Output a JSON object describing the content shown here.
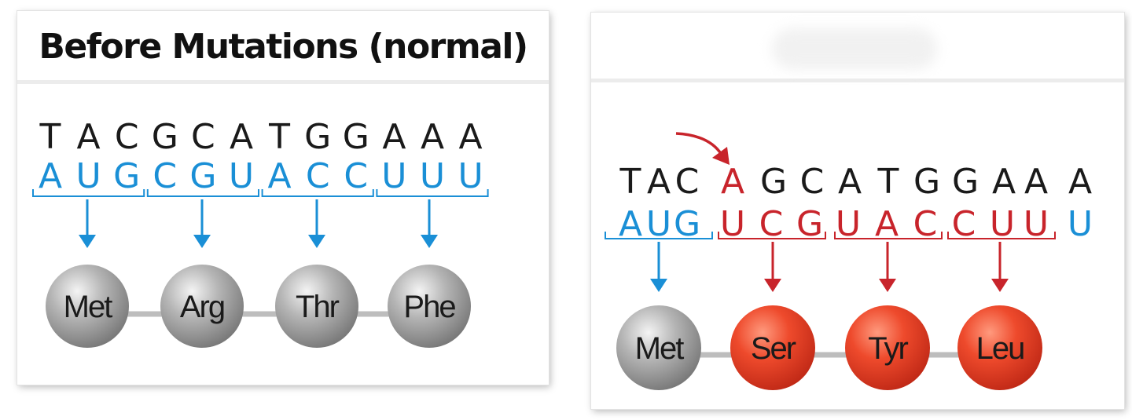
{
  "colors": {
    "dna": "#1a1a1a",
    "rna": "#1a8fd6",
    "mutant": "#c8242b",
    "ball_normal": "#9a9a9a",
    "ball_mutant": "#e23b24",
    "connector": "#bdbdbd"
  },
  "left": {
    "title": "Before Mutations (normal)",
    "dna": [
      "T",
      "A",
      "C",
      "G",
      "C",
      "A",
      "T",
      "G",
      "G",
      "A",
      "A",
      "A"
    ],
    "rna": [
      "A",
      "U",
      "G",
      "C",
      "G",
      "U",
      "A",
      "C",
      "C",
      "U",
      "U",
      "U"
    ],
    "amino_acids": [
      "Met",
      "Arg",
      "Thr",
      "Phe"
    ]
  },
  "right": {
    "title": "",
    "dna": [
      "T",
      "A",
      "C",
      "A",
      "G",
      "C",
      "A",
      "T",
      "G",
      "G",
      "A",
      "A",
      "A"
    ],
    "inserted_index": 3,
    "rna": [
      "A",
      "U",
      "G",
      "U",
      "C",
      "G",
      "U",
      "A",
      "C",
      "C",
      "U",
      "U",
      "U"
    ],
    "amino_acids": [
      "Met",
      "Ser",
      "Tyr",
      "Leu"
    ],
    "mutated_codons": [
      false,
      true,
      true,
      true
    ]
  }
}
